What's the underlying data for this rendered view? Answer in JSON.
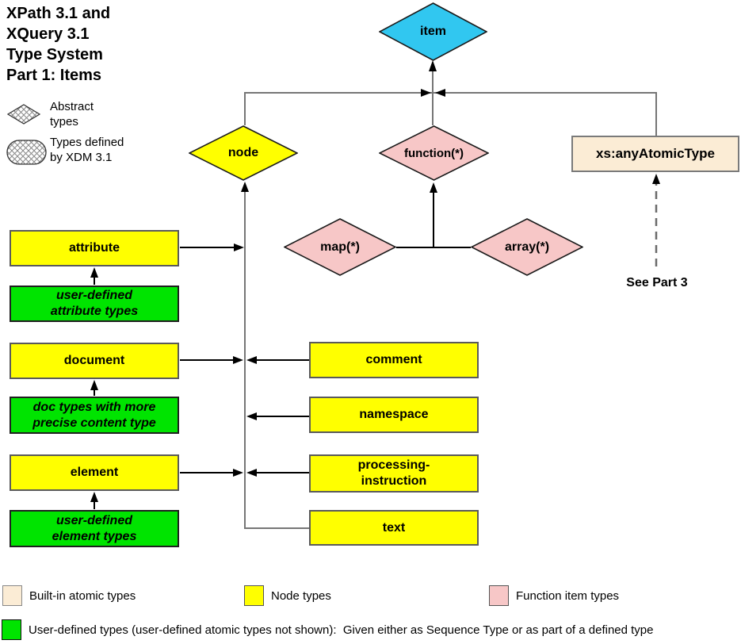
{
  "title": "XPath 3.1 and\nXQuery 3.1\nType System\nPart 1: Items",
  "legend_top": {
    "abstract_label": "Abstract\ntypes",
    "xdm_label": "Types defined\nby XDM 3.1"
  },
  "nodes": {
    "item": "item",
    "node": "node",
    "function": "function(*)",
    "map": "map(*)",
    "array": "array(*)",
    "any_atomic": "xs:anyAtomicType",
    "attribute": "attribute",
    "user_attr": "user-defined\nattribute types",
    "document": "document",
    "doc_types": "doc types with more\nprecise content type",
    "element": "element",
    "user_elem": "user-defined\nelement types",
    "comment": "comment",
    "namespace": "namespace",
    "pi": "processing-\ninstruction",
    "text": "text"
  },
  "annotations": {
    "see_part3": "See Part 3"
  },
  "legend_bottom": {
    "builtin": "Built-in atomic types",
    "node": "Node types",
    "function": "Function item types",
    "user": "User-defined types (user-defined atomic types not shown):  Given either as Sequence Type or as part of a defined type"
  },
  "colors": {
    "item_cyan": "#31c7f0",
    "node_yellow": "#ffff00",
    "function_pink": "#f7c7c7",
    "builtin_beige": "#fbecd5",
    "user_green": "#00e400",
    "connector_gray": "#767676",
    "arrow_black": "#000000"
  }
}
